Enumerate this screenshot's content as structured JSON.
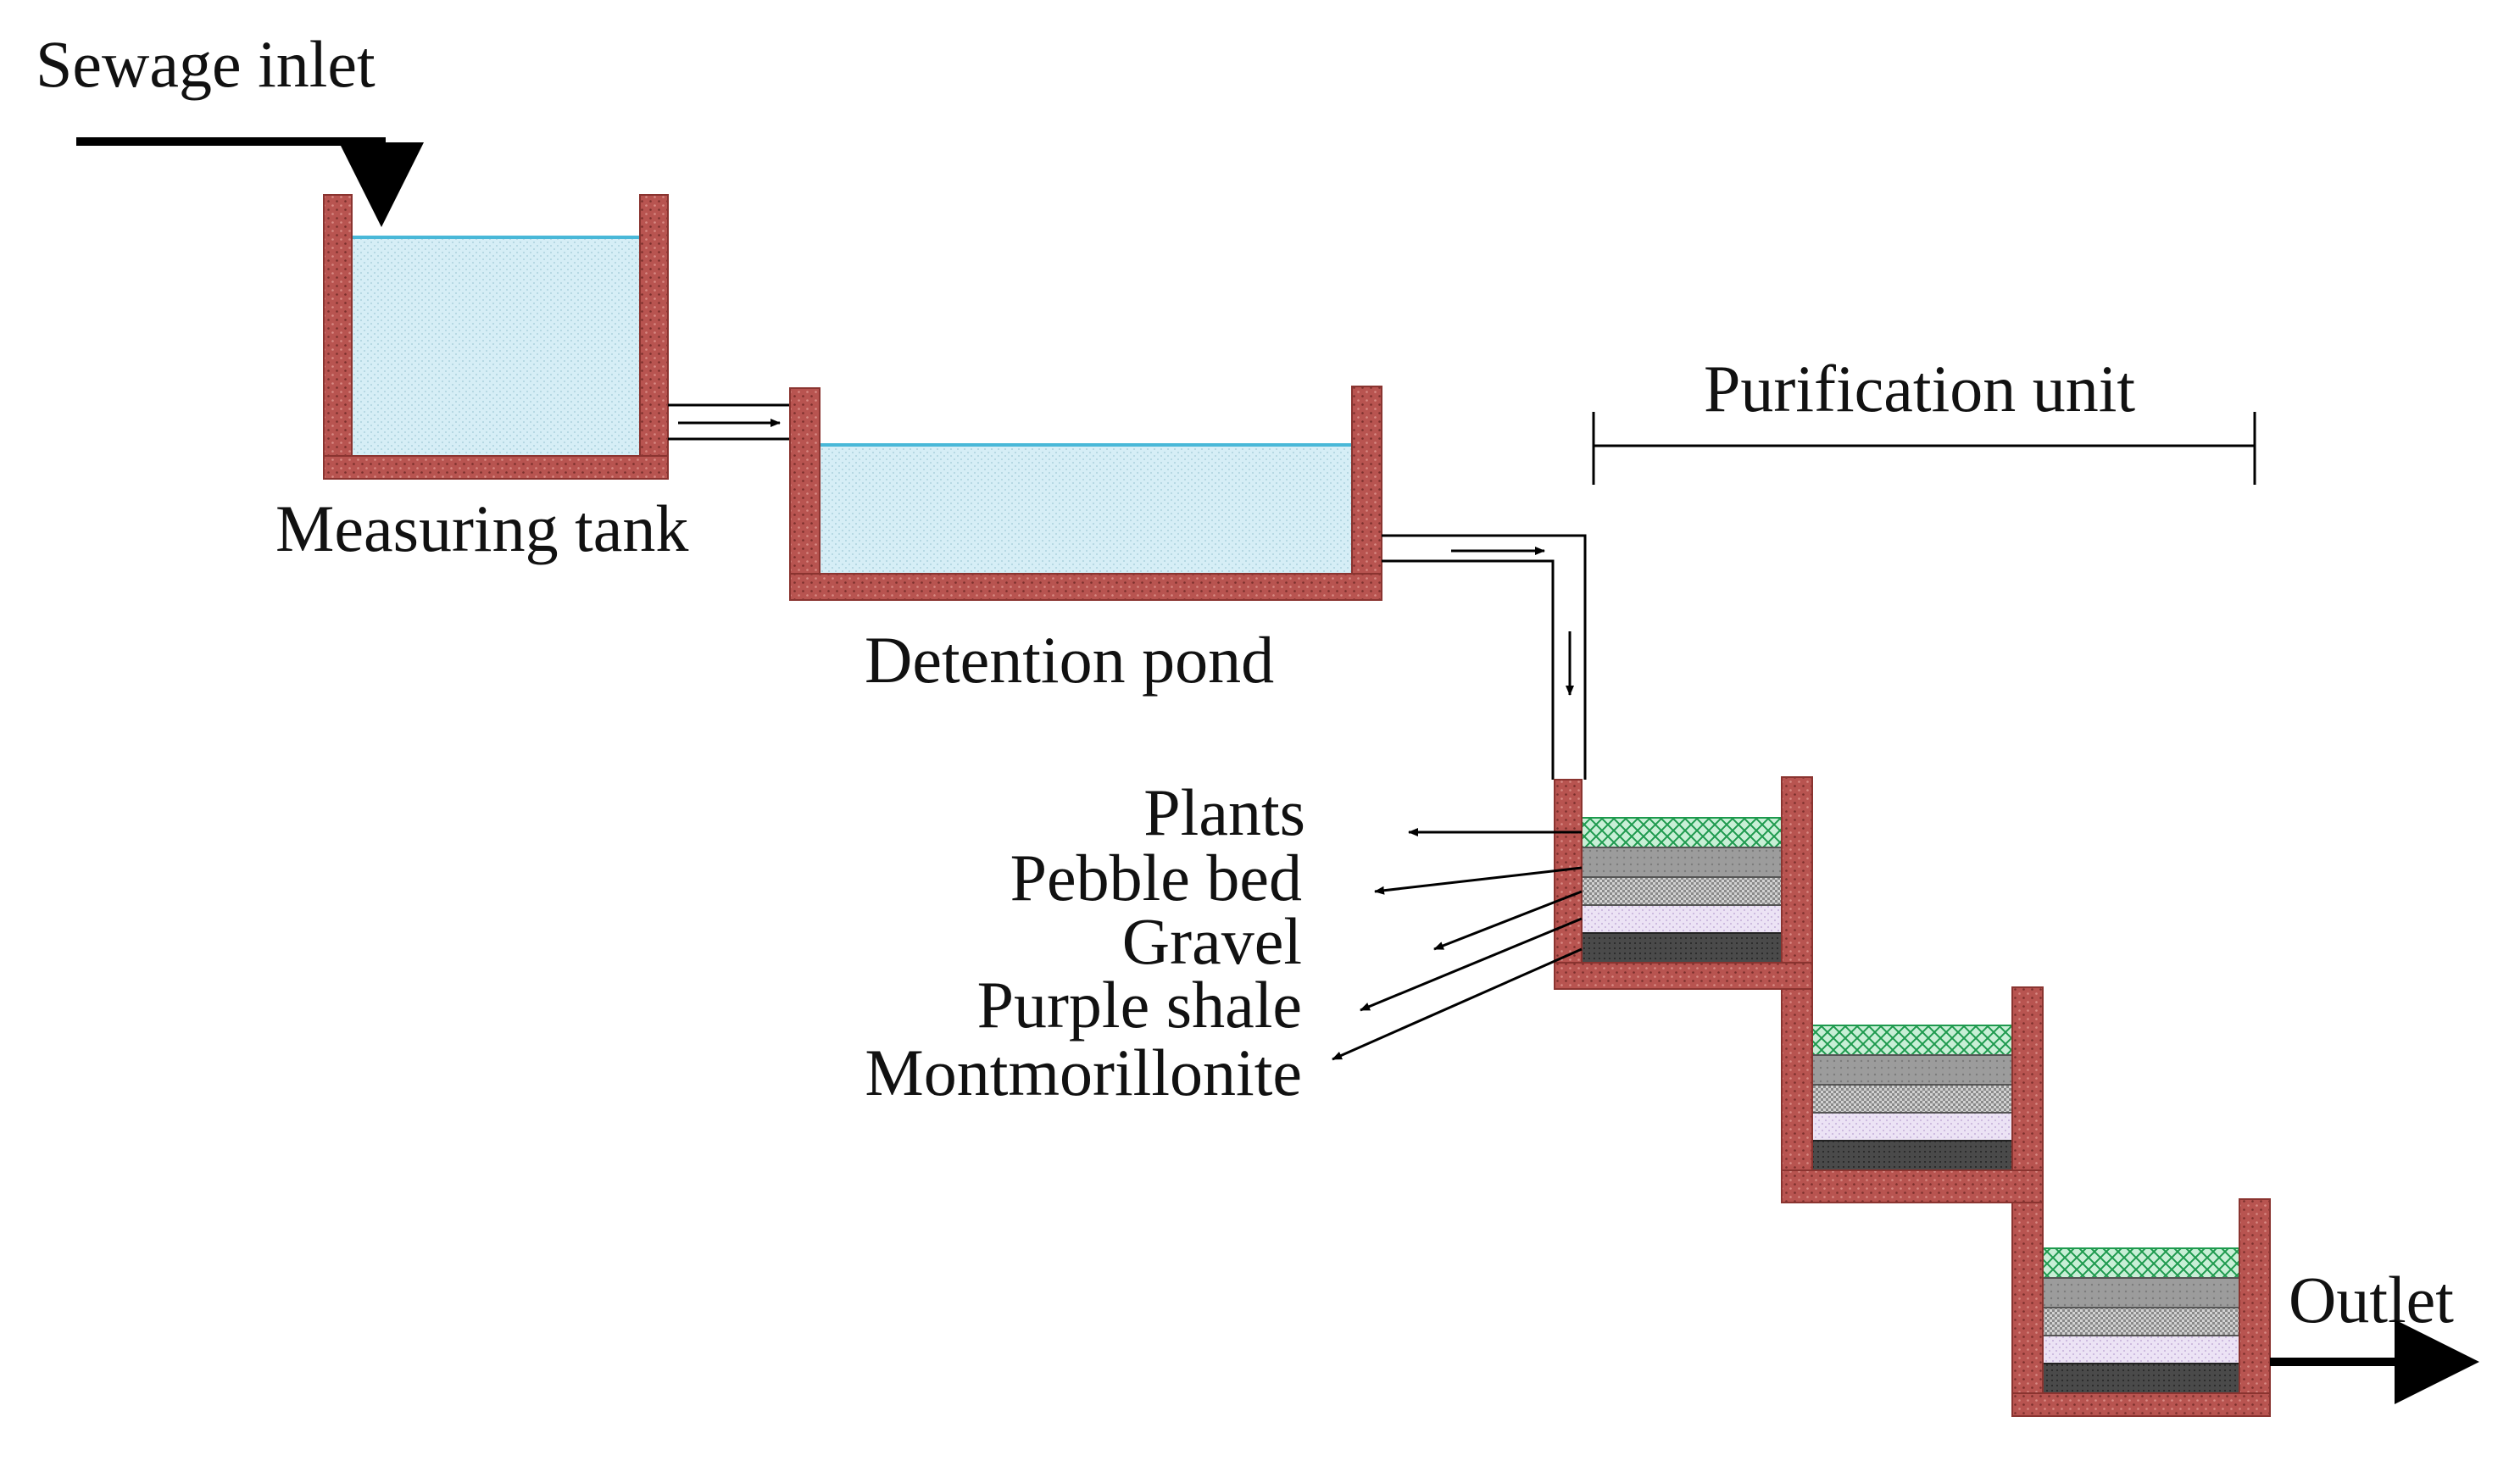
{
  "labels": {
    "sewage_inlet": "Sewage inlet",
    "measuring_tank": "Measuring tank",
    "detention_pond": "Detention pond",
    "purification_unit": "Purification unit",
    "outlet": "Outlet"
  },
  "layers": [
    "Plants",
    "Pebble bed",
    "Gravel",
    "Purple shale",
    "Montmorillonite"
  ],
  "colors": {
    "wall": "#b85450",
    "wall_border": "#8a3430",
    "water": "#d6eef6",
    "water_edge": "#49b8d8",
    "plants": "#c8efd6",
    "plants_mesh": "#1e9a4e",
    "pebble": "#9c9c9c",
    "gravel": "#d2d2d2",
    "purple_shale": "#ece3f5",
    "montmorillonite": "#4a4a4a",
    "line": "#000000"
  }
}
